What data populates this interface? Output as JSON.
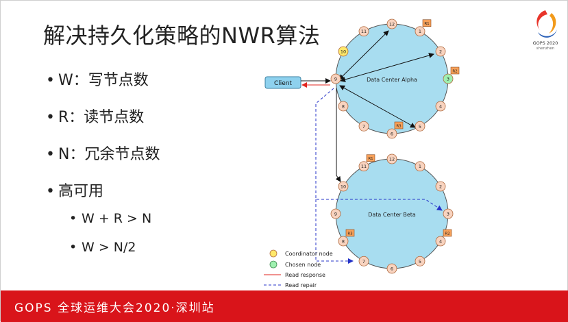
{
  "slide": {
    "title": "解决持久化策略的NWR算法",
    "bullets": [
      {
        "text": "W：写节点数",
        "level": 1
      },
      {
        "text": "R：读节点数",
        "level": 1
      },
      {
        "text": "N：冗余节点数",
        "level": 1
      },
      {
        "text": "高可用",
        "level": 1
      },
      {
        "text": "W + R > N",
        "level": 2
      },
      {
        "text": "W > N/2",
        "level": 2
      }
    ],
    "footer": "GOPS 全球运维大会2020·深圳站",
    "logo": {
      "name": "GOPS 2020",
      "sub": "shenzhen"
    }
  },
  "diagram": {
    "client_label": "Client",
    "alpha": {
      "label": "Data Center Alpha",
      "nodes": [
        "1",
        "2",
        "3",
        "4",
        "5",
        "6",
        "7",
        "8",
        "9",
        "10",
        "11",
        "12"
      ],
      "coordinator": "10",
      "chosen": "3",
      "replica_tags": [
        {
          "node": "1",
          "tag": "R1"
        },
        {
          "node": "3",
          "tag": "R2"
        },
        {
          "node": "6",
          "tag": "R3"
        }
      ]
    },
    "beta": {
      "label": "Data Center Beta",
      "nodes": [
        "1",
        "2",
        "3",
        "4",
        "5",
        "6",
        "7",
        "8",
        "9",
        "10",
        "11",
        "12"
      ],
      "replica_tags": [
        {
          "node": "11",
          "tag": "R1"
        },
        {
          "node": "4",
          "tag": "R2"
        },
        {
          "node": "8",
          "tag": "R3"
        }
      ]
    },
    "legend": {
      "coordinator": "Coordinator node",
      "chosen": "Chosen node",
      "read_response": "Read response",
      "read_repair": "Read repair"
    },
    "colors": {
      "ring_fill": "#a8ddf0",
      "node_fill": "#f8d3bf",
      "node_stroke": "#b06a3e",
      "coordinator_fill": "#ffe86a",
      "chosen_fill": "#9ff0b0",
      "tag_fill": "#f7a15a",
      "client_fill": "#8ed1ee",
      "read_response": "#e2261f",
      "read_repair": "#2533c8",
      "footer": "#d9141a"
    }
  }
}
